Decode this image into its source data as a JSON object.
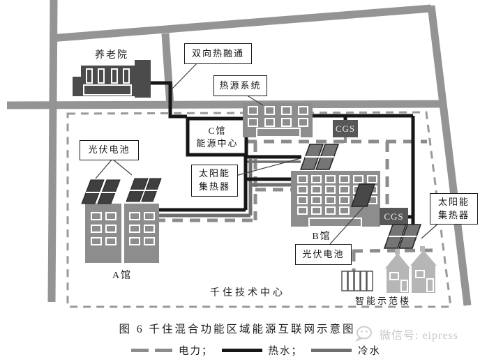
{
  "title": {
    "caption": "图 6  千住混合功能区域能源互联网示意图"
  },
  "watermark": {
    "text": "微信号: eipress",
    "icon": "wechat-icon"
  },
  "legend": {
    "items": [
      {
        "label": "电力",
        "sep": "；",
        "type": "dashed-gray",
        "color": "#8c8c8c"
      },
      {
        "label": "热水",
        "sep": "；",
        "type": "solid-black",
        "color": "#161616"
      },
      {
        "label": "冷水",
        "sep": "",
        "type": "solid-gray",
        "color": "#6f6f6f"
      }
    ]
  },
  "map": {
    "buildings": {
      "nursing_home": "养老院",
      "heat_source": "热源系统",
      "hall_c": {
        "line1": "C馆",
        "line2": "能源中心"
      },
      "hall_a": "A馆",
      "hall_b": "B馆",
      "cgs_north": "CGS",
      "cgs_east": "CGS",
      "tech_center": "千住技术中心",
      "smart_demo": "智能示范楼"
    },
    "callouts": {
      "bidirectional_heat": "双向热融通",
      "pv_west": "光伏电池",
      "pv_south": "光伏电池",
      "solar_collector_mid": {
        "line1": "太阳能",
        "line2": "集热器"
      },
      "solar_collector_east": {
        "line1": "太阳能",
        "line2": "集热器"
      }
    }
  },
  "colors": {
    "hot_water": "#161616",
    "cold_water": "#6f6f6f",
    "electricity": "#8c8c8c",
    "road": "#949494",
    "boundary": "#9a9a9a"
  }
}
